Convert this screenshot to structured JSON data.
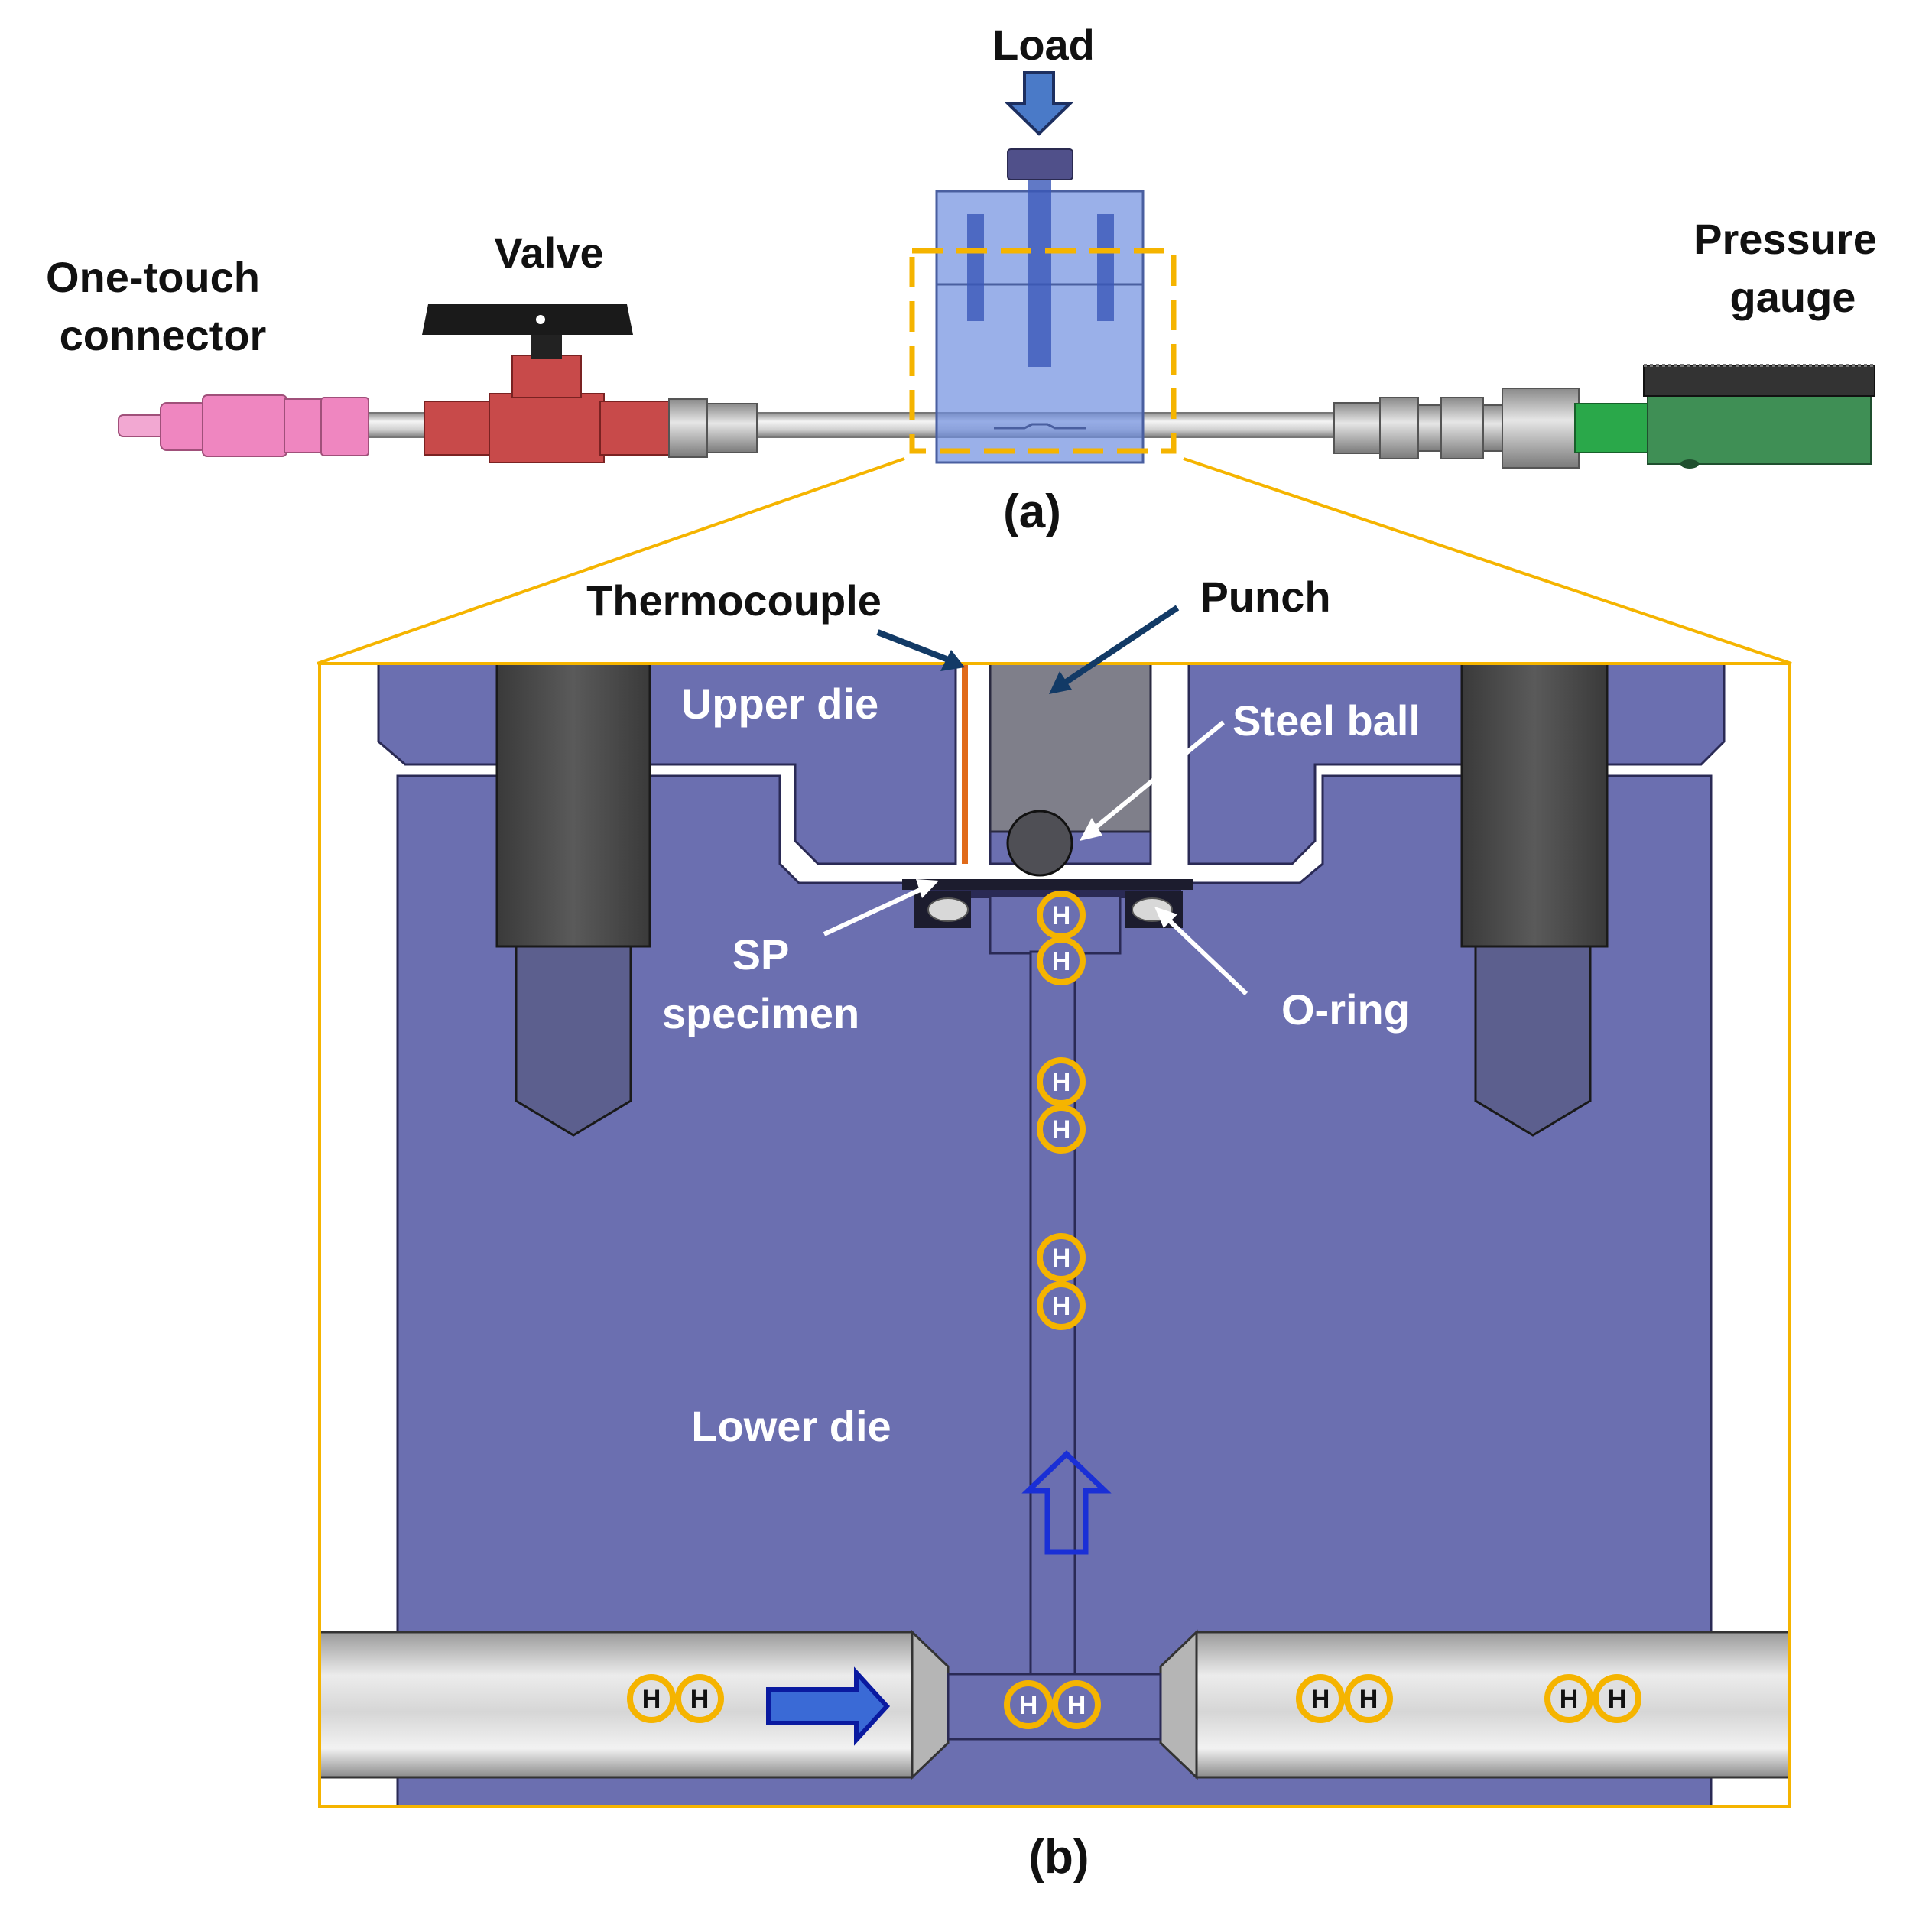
{
  "panel_a": {
    "label": "(a)",
    "load": "Load",
    "valve": "Valve",
    "connector_line1": "One-touch",
    "connector_line2": "connector",
    "gauge_line1": "Pressure",
    "gauge_line2": "gauge"
  },
  "panel_b": {
    "label": "(b)",
    "thermocouple": "Thermocouple",
    "punch": "Punch",
    "upper_die": "Upper die",
    "steel_ball": "Steel ball",
    "sp_line1": "SP",
    "sp_line2": "specimen",
    "o_ring": "O-ring",
    "lower_die": "Lower die",
    "atom": "H"
  },
  "colors": {
    "die": "#6b6fb0",
    "bolt": "#4a4a4a",
    "highlight": "#f5b400",
    "flow_arrow": "#1a2fd6",
    "valve": "#c84a4a",
    "connector": "#ef86c0",
    "gauge": "#3f8f55",
    "tube": "#c8c8c8"
  }
}
